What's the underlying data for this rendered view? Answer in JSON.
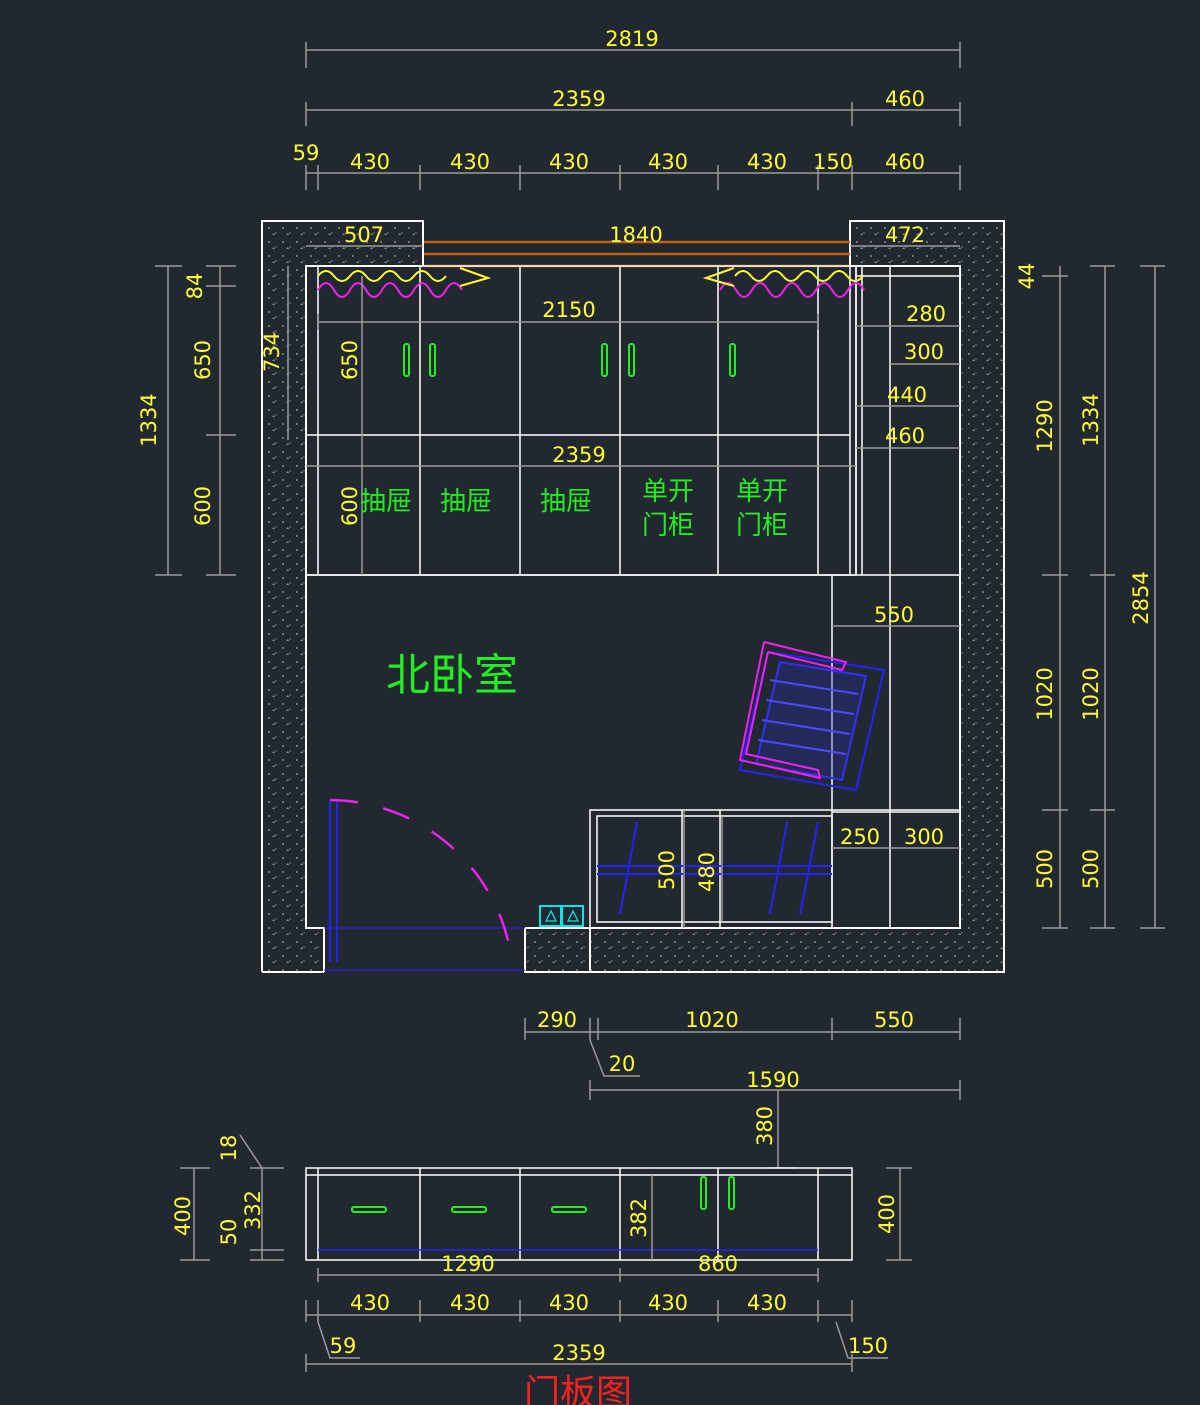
{
  "room": {
    "name": "北卧室",
    "bottom_title": "门板图"
  },
  "labels": {
    "drawer": "抽屉",
    "single_door_1": "单开",
    "single_door_2": "门柜"
  },
  "dims": {
    "top_total": "2819",
    "top_2359": "2359",
    "top_460": "460",
    "top_59": "59",
    "top_430": "430",
    "top_150": "150",
    "wall_507": "507",
    "window_1840": "1840",
    "wall_472": "472",
    "right_44": "44",
    "inner_2150": "2150",
    "inner_280": "280",
    "inner_300": "300",
    "inner_440": "440",
    "inner_460": "460",
    "inner_2359": "2359",
    "inner_650": "650",
    "inner_600": "600",
    "left_84": "84",
    "left_650": "650",
    "left_600": "600",
    "left_1334": "1334",
    "left_734": "734",
    "right_1290": "1290",
    "right_1334": "1334",
    "right_1020a": "1020",
    "right_1020b": "1020",
    "right_500a": "500",
    "right_500b": "500",
    "right_2854": "2854",
    "r550": "550",
    "r250": "250",
    "r300": "300",
    "c500": "500",
    "c480": "480",
    "b290": "290",
    "b1020": "1020",
    "b550": "550",
    "b20": "20",
    "b1590": "1590",
    "b380": "380",
    "p18": "18",
    "p400l": "400",
    "p332": "332",
    "p50": "50",
    "p382": "382",
    "p400r": "400",
    "p1290": "1290",
    "p860": "860",
    "p430": "430",
    "p59": "59",
    "p2359": "2359",
    "p150": "150"
  },
  "colors": {
    "background": "#212830",
    "line": "#ffffff",
    "dimension_text": "#ffff33",
    "dimension_line": "#9a9a9a",
    "label": "#22ee22",
    "furniture": "#2222ff",
    "magenta": "#ee22ee",
    "window": "#c06010",
    "socket": "#00e5ee",
    "title_red": "#ff2020"
  }
}
